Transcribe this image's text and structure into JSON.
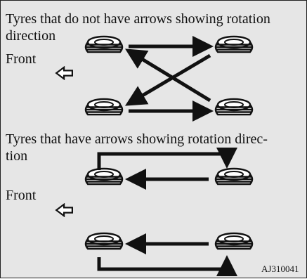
{
  "section_1": {
    "heading_line1": "Tyres that do not have arrows showing rotation",
    "heading_line2": "direction",
    "front_label": "Front"
  },
  "section_2": {
    "heading_line1": "Tyres that have arrows showing rotation direc-",
    "heading_line2": "tion",
    "front_label": "Front"
  },
  "figure_code": "AJ310041",
  "colors": {
    "background": "#e6e6e6",
    "ink": "#111111",
    "tyre_fill": "#ffffff"
  },
  "icons": [
    "tyre-icon",
    "front-direction-arrow-icon",
    "rotation-arrow-icon"
  ]
}
